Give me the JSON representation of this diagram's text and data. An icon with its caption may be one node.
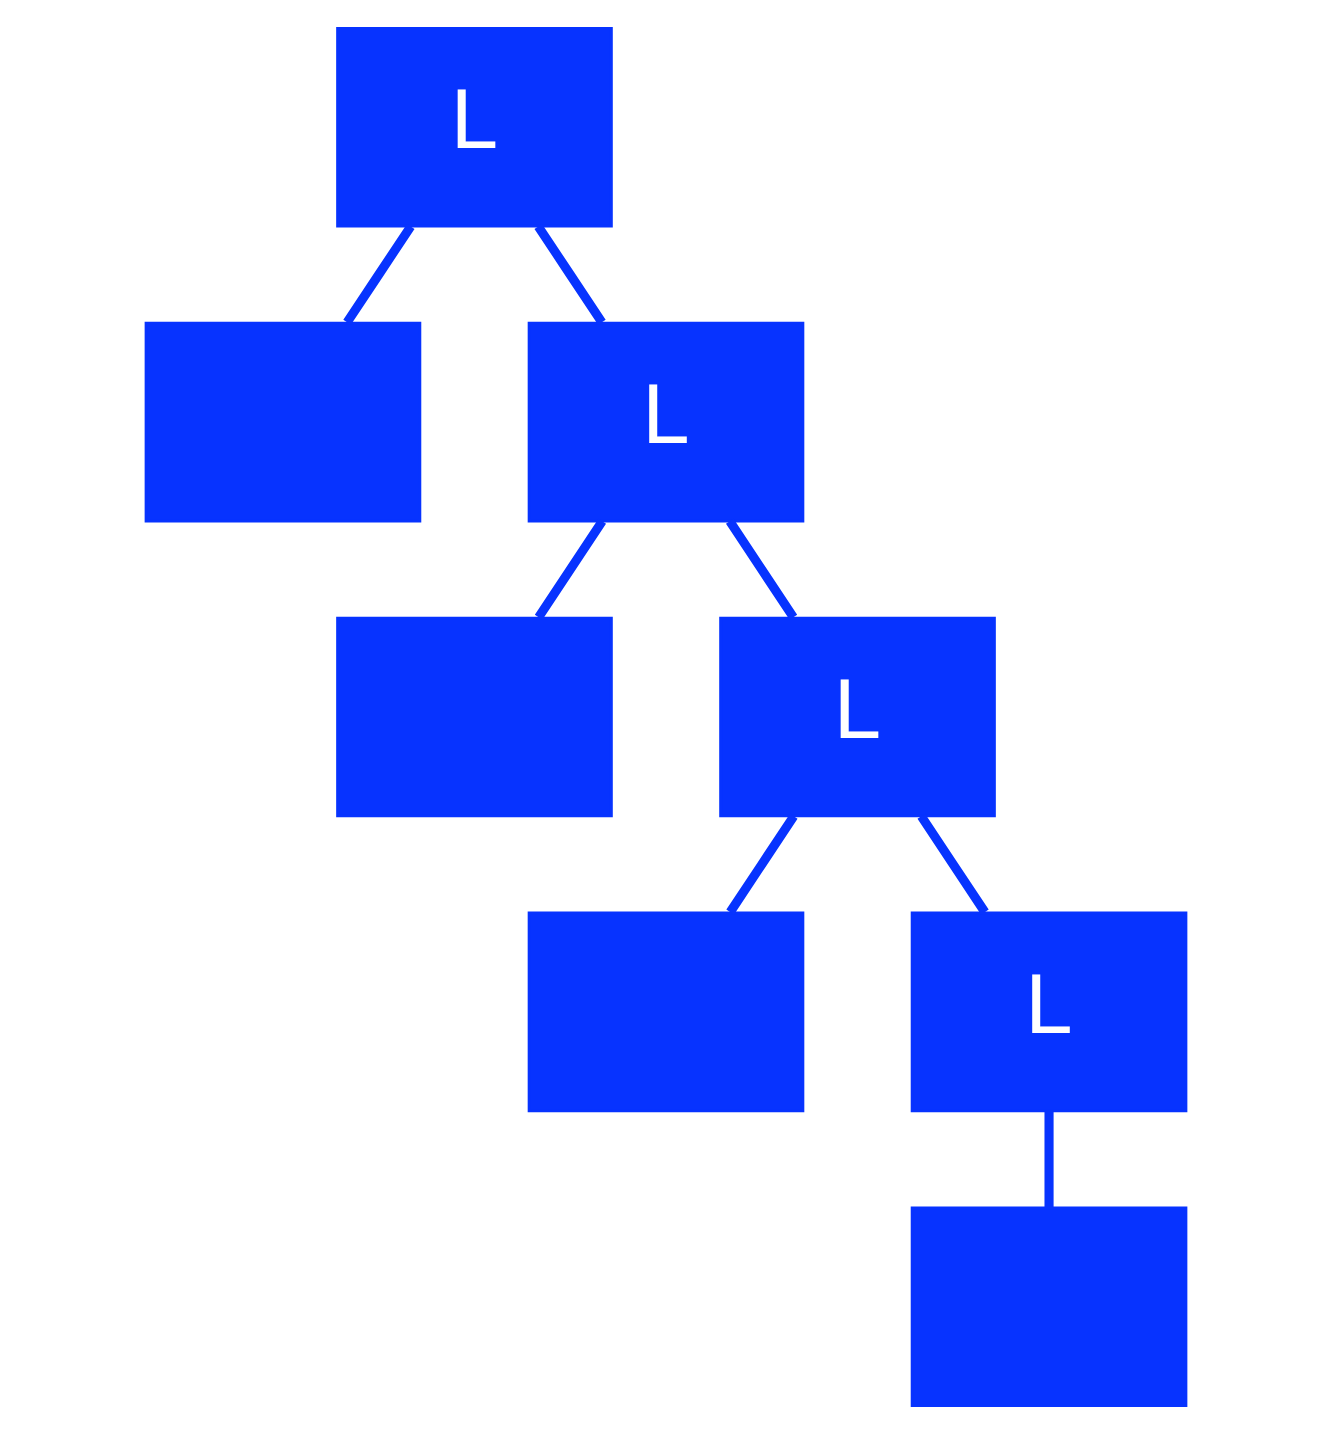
{
  "diagram": {
    "nodes": [
      {
        "text": [
          "L"
        ]
      },
      {
        "text": [],
        "shape": "box"
      },
      {
        "text": [
          "L"
        ]
      },
      {
        "text": [],
        "shape": "box"
      },
      {
        "text": [
          "L"
        ]
      },
      {
        "text": [],
        "shape": "box"
      },
      {
        "text": [
          "L"
        ]
      },
      {
        "text": [],
        "shape": "box"
      }
    ],
    "edges": [
      {
        "from": 0,
        "to": 1,
        "arrow": "none"
      },
      {
        "from": 0,
        "to": 2,
        "arrow": "none"
      },
      {
        "from": 2,
        "to": 3,
        "arrow": "none"
      },
      {
        "from": 2,
        "to": 4,
        "arrow": "none"
      },
      {
        "from": 4,
        "to": 5,
        "arrow": "none"
      },
      {
        "from": 4,
        "to": 6,
        "arrow": "none"
      },
      {
        "from": 6,
        "to": 7,
        "arrow": "none"
      }
    ]
  }
}
